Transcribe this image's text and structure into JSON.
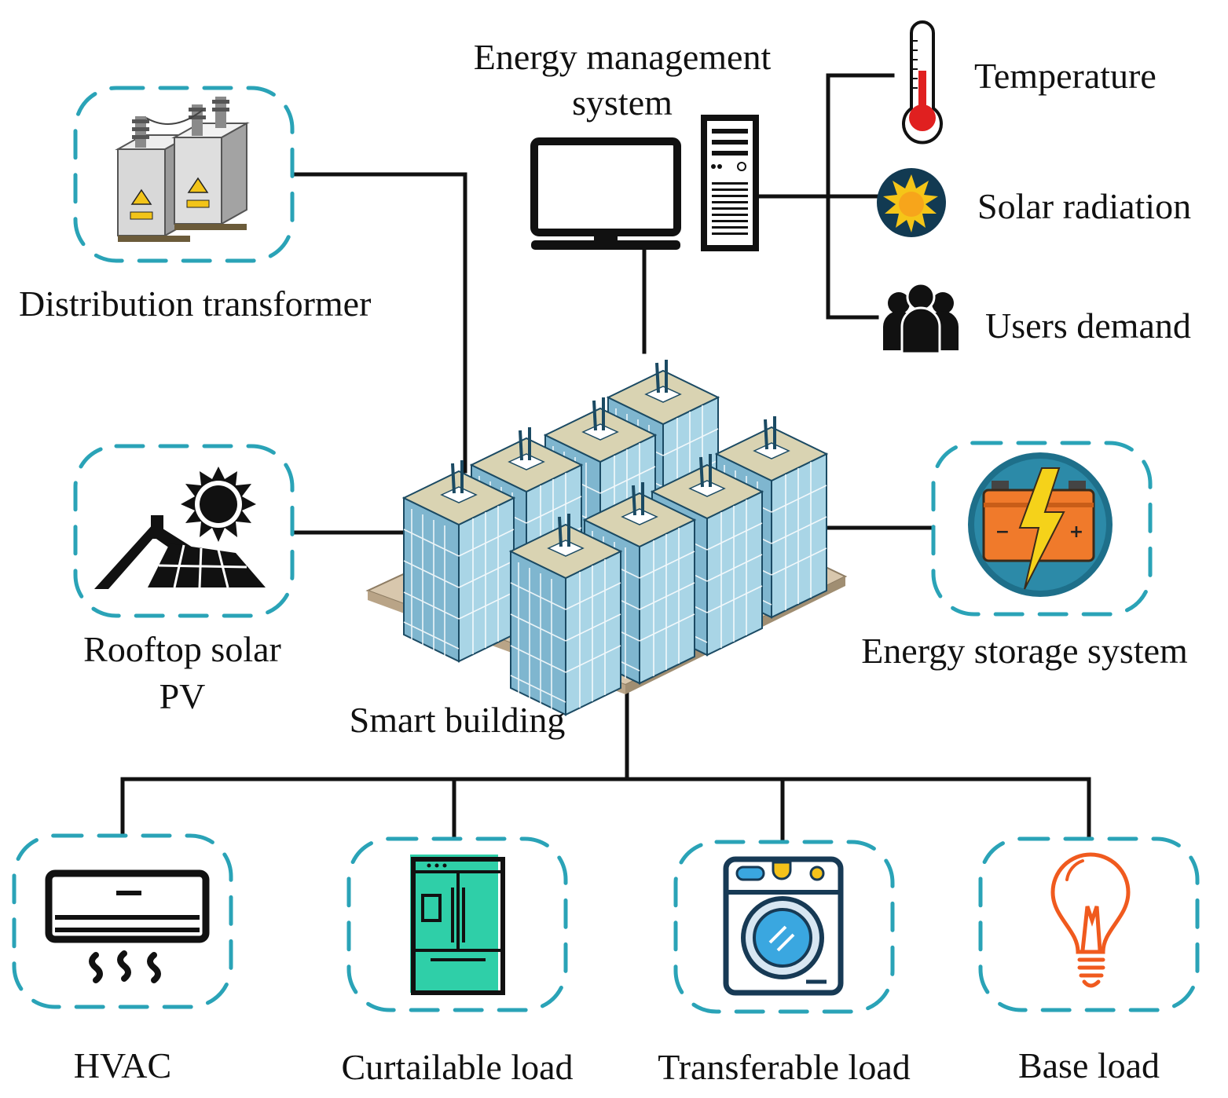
{
  "labels": {
    "ems_line1": "Energy management",
    "ems_line2": "system",
    "temperature": "Temperature",
    "solar_radiation": "Solar radiation",
    "users_demand": "Users demand",
    "distribution_transformer": "Distribution transformer",
    "rooftop_line1": "Rooftop solar",
    "rooftop_line2": "PV",
    "smart_building": "Smart building",
    "energy_storage": "Energy storage system",
    "hvac": "HVAC",
    "curtailable": "Curtailable load",
    "transferable": "Transferable load",
    "base_load": "Base load"
  },
  "icons": {
    "ems": [
      "monitor-icon",
      "server-tower-icon"
    ],
    "inputs": [
      "thermometer-icon",
      "sun-icon",
      "users-group-icon"
    ],
    "sources": [
      "transformer-icon",
      "rooftop-solar-icon",
      "battery-icon"
    ],
    "center": "smart-building-icon",
    "loads": [
      "air-conditioner-icon",
      "refrigerator-icon",
      "washing-machine-icon",
      "light-bulb-icon"
    ]
  },
  "colors": {
    "dashed_frame": "#2aa3b7",
    "building_glass": "#8fc6dc",
    "battery_bg": "#1e6f8a",
    "battery_body": "#f07a2b",
    "bolt": "#f5d21a",
    "fridge": "#2fcfa8",
    "bulb": "#f05a1e",
    "sun_badge": "#123a52"
  }
}
